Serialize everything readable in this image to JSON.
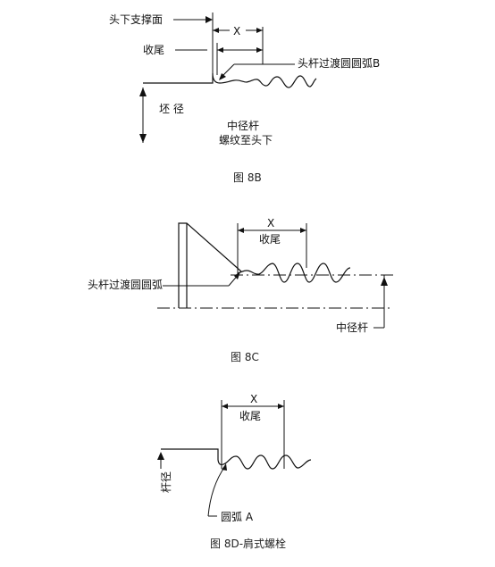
{
  "figures": [
    {
      "caption": "图 8B",
      "labels": {
        "head_bearing_face": "头下支撑面",
        "runout": "收尾",
        "x_dim": "X",
        "fillet_b": "头杆过渡圆圆弧B",
        "blank_diameter": "坯 径",
        "note_line1": "中径杆",
        "note_line2": "螺纹至头下"
      }
    },
    {
      "caption": "图 8C",
      "labels": {
        "x_dim": "X",
        "runout": "收尾",
        "fillet": "头杆过渡圆圆弧",
        "pitch_diameter_shank": "中径杆"
      }
    },
    {
      "caption": "图 8D-肩式螺栓",
      "labels": {
        "x_dim": "X",
        "runout": "收尾",
        "shank_diameter": "杆径",
        "arc_a": "圆弧 A"
      }
    }
  ]
}
